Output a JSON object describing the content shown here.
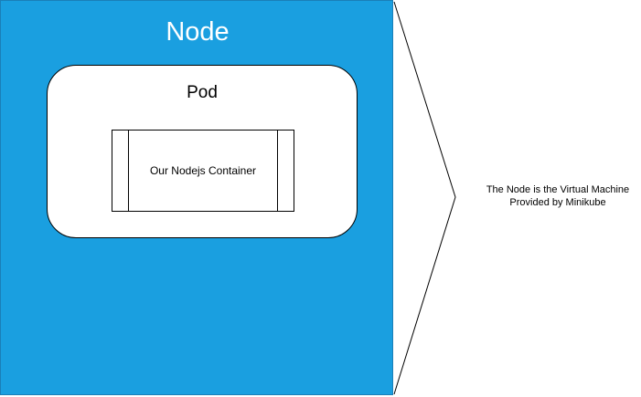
{
  "colors": {
    "node_fill": "#1a9fe0",
    "node_border": "#1a7fb8",
    "pod_fill": "#ffffff",
    "line": "#000000"
  },
  "node": {
    "title": "Node"
  },
  "pod": {
    "title": "Pod"
  },
  "container": {
    "label": "Our Nodejs Container"
  },
  "callout": {
    "line1": "The Node is the Virtual Machine",
    "line2": "Provided by Minikube"
  }
}
